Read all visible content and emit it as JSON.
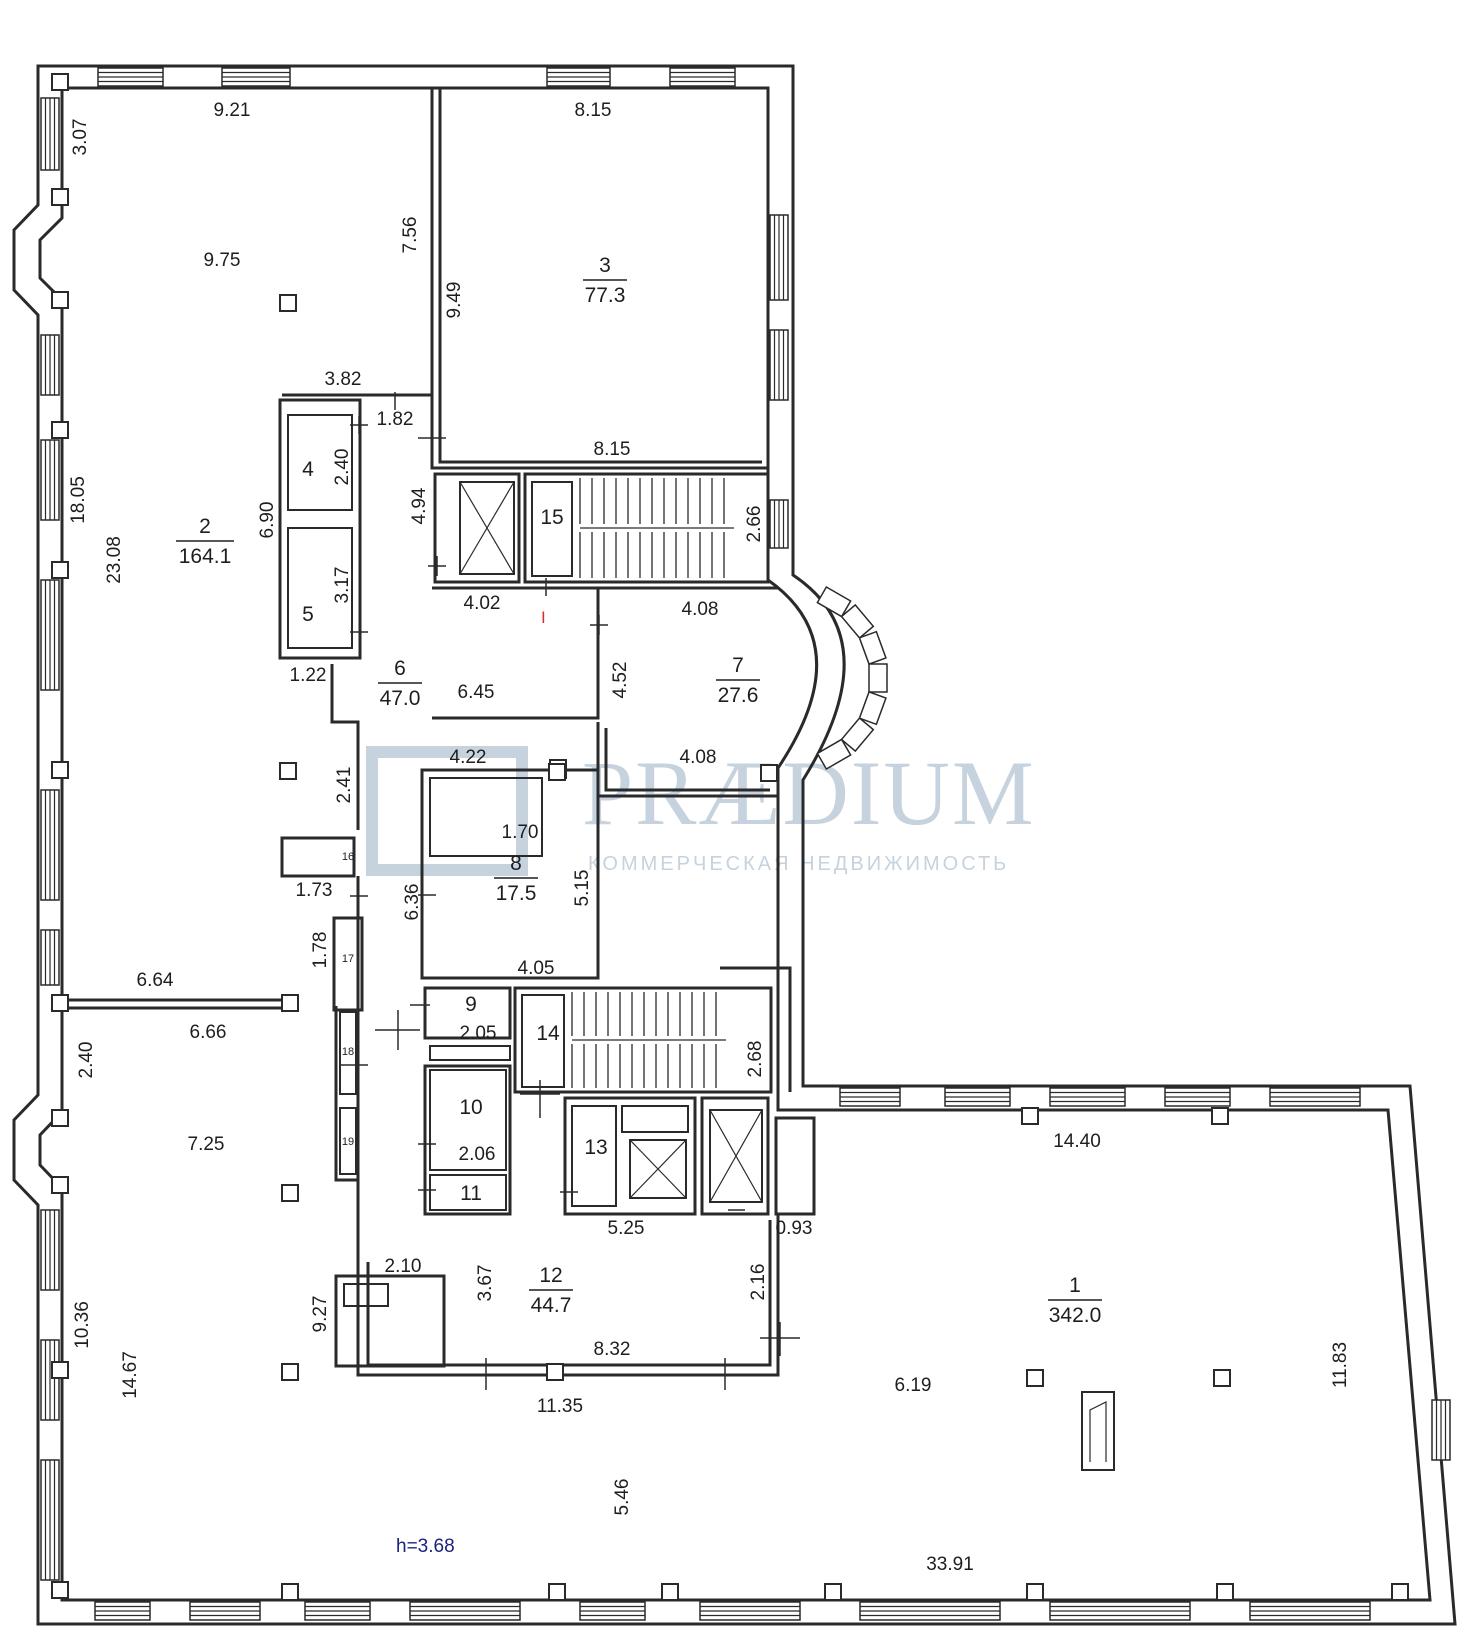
{
  "rooms": [
    {
      "number": "1",
      "area": "342.0"
    },
    {
      "number": "2",
      "area": "164.1"
    },
    {
      "number": "3",
      "area": "77.3"
    },
    {
      "number": "4",
      "area": ""
    },
    {
      "number": "5",
      "area": ""
    },
    {
      "number": "6",
      "area": "47.0"
    },
    {
      "number": "7",
      "area": "27.6"
    },
    {
      "number": "8",
      "area": "17.5"
    },
    {
      "number": "9",
      "area": ""
    },
    {
      "number": "10",
      "area": ""
    },
    {
      "number": "11",
      "area": ""
    },
    {
      "number": "12",
      "area": "44.7"
    },
    {
      "number": "13",
      "area": ""
    },
    {
      "number": "14",
      "area": ""
    },
    {
      "number": "15",
      "area": ""
    },
    {
      "number": "16",
      "area": ""
    },
    {
      "number": "17",
      "area": ""
    },
    {
      "number": "18",
      "area": ""
    },
    {
      "number": "19",
      "area": ""
    }
  ],
  "dimensions": [
    "9.21",
    "3.07",
    "9.75",
    "7.56",
    "8.15",
    "9.49",
    "8.15",
    "3.82",
    "1.82",
    "2.40",
    "6.90",
    "18.05",
    "23.08",
    "4.94",
    "2.66",
    "3.17",
    "4.02",
    "4.08",
    "1.22",
    "4.52",
    "6.45",
    "4.22",
    "4.08",
    "2.41",
    "1.70",
    "5.15",
    "1.73",
    "6.36",
    "1.78",
    "4.05",
    "6.64",
    "6.66",
    "2.05",
    "2.68",
    "2.40",
    "7.25",
    "2.06",
    "14.40",
    "5.25",
    "0.93",
    "2.10",
    "3.67",
    "2.16",
    "9.27",
    "10.36",
    "8.32",
    "11.83",
    "14.67",
    "11.35",
    "6.19",
    "5.46",
    "33.91"
  ],
  "height_note": "h=3.68",
  "red_mark": "I",
  "watermark": {
    "brand": "PRÆDIUM",
    "tagline": "КОММЕРЧЕСКАЯ НЕДВИЖИМОСТЬ"
  },
  "colors": {
    "walls": "#2a2a2a",
    "watermark": "#c6d2dd",
    "height_note": "#1a237e",
    "red_mark": "#d32f2f"
  }
}
